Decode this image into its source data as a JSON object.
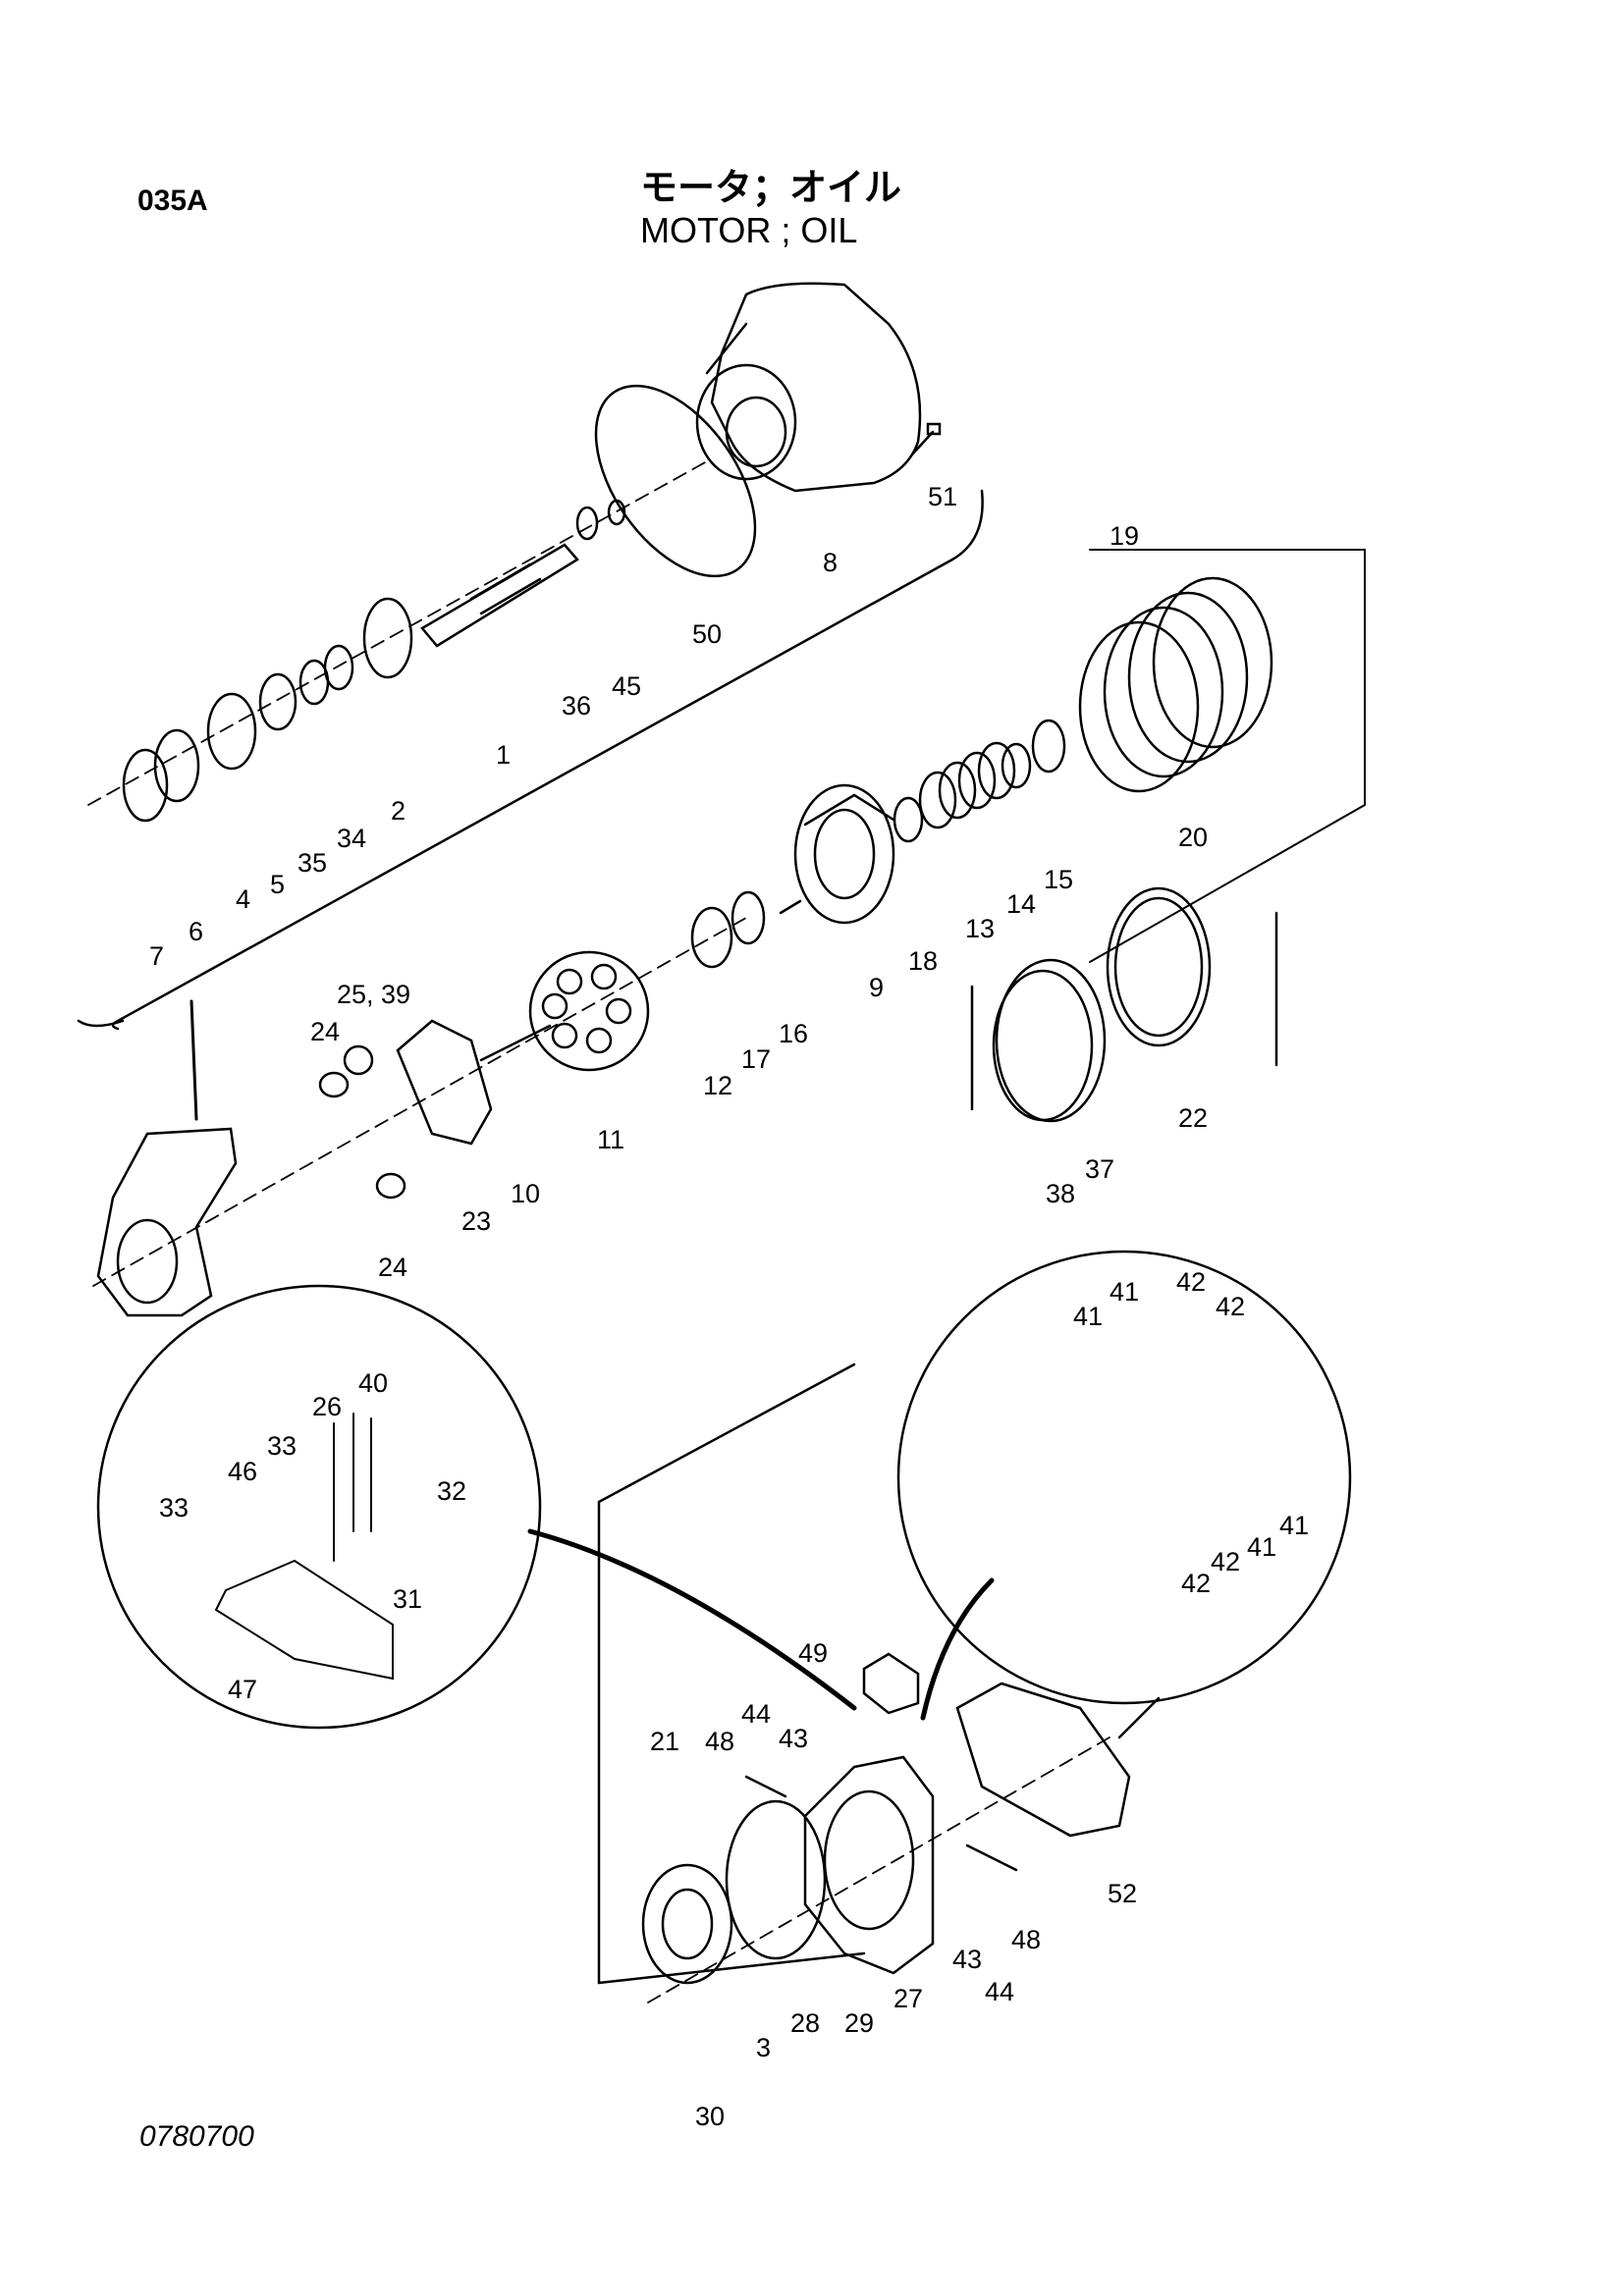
{
  "header": {
    "page_code": "035A",
    "title_jp": "モータ；オイル",
    "title_en": "MOTOR ; OIL"
  },
  "footer": {
    "drawing_number": "0780700"
  },
  "callouts": [
    {
      "id": "p1",
      "text": "1"
    },
    {
      "id": "p2",
      "text": "2"
    },
    {
      "id": "p3",
      "text": "3"
    },
    {
      "id": "p4",
      "text": "4"
    },
    {
      "id": "p5",
      "text": "5"
    },
    {
      "id": "p6",
      "text": "6"
    },
    {
      "id": "p7",
      "text": "7"
    },
    {
      "id": "p8",
      "text": "8"
    },
    {
      "id": "p9",
      "text": "9"
    },
    {
      "id": "p10",
      "text": "10"
    },
    {
      "id": "p11",
      "text": "11"
    },
    {
      "id": "p12",
      "text": "12"
    },
    {
      "id": "p13",
      "text": "13"
    },
    {
      "id": "p14",
      "text": "14"
    },
    {
      "id": "p15",
      "text": "15"
    },
    {
      "id": "p16",
      "text": "16"
    },
    {
      "id": "p17",
      "text": "17"
    },
    {
      "id": "p18",
      "text": "18"
    },
    {
      "id": "p19",
      "text": "19"
    },
    {
      "id": "p20",
      "text": "20"
    },
    {
      "id": "p21",
      "text": "21"
    },
    {
      "id": "p22",
      "text": "22"
    },
    {
      "id": "p23",
      "text": "23"
    },
    {
      "id": "p24a",
      "text": "24"
    },
    {
      "id": "p24b",
      "text": "24"
    },
    {
      "id": "p2539",
      "text": "25, 39"
    },
    {
      "id": "p26",
      "text": "26"
    },
    {
      "id": "p27",
      "text": "27"
    },
    {
      "id": "p28",
      "text": "28"
    },
    {
      "id": "p29",
      "text": "29"
    },
    {
      "id": "p30",
      "text": "30"
    },
    {
      "id": "p31",
      "text": "31"
    },
    {
      "id": "p32",
      "text": "32"
    },
    {
      "id": "p33a",
      "text": "33"
    },
    {
      "id": "p33b",
      "text": "33"
    },
    {
      "id": "p34",
      "text": "34"
    },
    {
      "id": "p35",
      "text": "35"
    },
    {
      "id": "p36",
      "text": "36"
    },
    {
      "id": "p37",
      "text": "37"
    },
    {
      "id": "p38",
      "text": "38"
    },
    {
      "id": "p40",
      "text": "40"
    },
    {
      "id": "p41a",
      "text": "41"
    },
    {
      "id": "p41b",
      "text": "41"
    },
    {
      "id": "p41c",
      "text": "41"
    },
    {
      "id": "p41d",
      "text": "41"
    },
    {
      "id": "p42a",
      "text": "42"
    },
    {
      "id": "p42b",
      "text": "42"
    },
    {
      "id": "p42c",
      "text": "42"
    },
    {
      "id": "p42d",
      "text": "42"
    },
    {
      "id": "p43a",
      "text": "43"
    },
    {
      "id": "p43b",
      "text": "43"
    },
    {
      "id": "p44a",
      "text": "44"
    },
    {
      "id": "p44b",
      "text": "44"
    },
    {
      "id": "p45",
      "text": "45"
    },
    {
      "id": "p46",
      "text": "46"
    },
    {
      "id": "p47",
      "text": "47"
    },
    {
      "id": "p48a",
      "text": "48"
    },
    {
      "id": "p48b",
      "text": "48"
    },
    {
      "id": "p49",
      "text": "49"
    },
    {
      "id": "p50",
      "text": "50"
    },
    {
      "id": "p51",
      "text": "51"
    },
    {
      "id": "p52",
      "text": "52"
    }
  ]
}
